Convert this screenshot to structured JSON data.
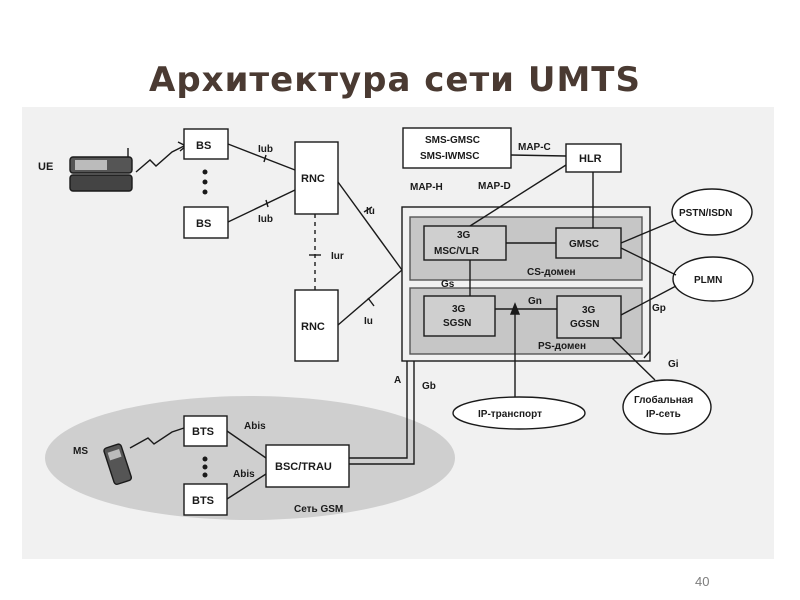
{
  "slide": {
    "title": "Архитектура сети UMTS",
    "page_number": "40"
  },
  "diagram": {
    "nodes": {
      "ue": "UE",
      "bs_top": "BS",
      "bs_bottom": "BS",
      "rnc_top": "RNC",
      "rnc_bottom": "RNC",
      "sms_gmsc_line1": "SMS-GMSC",
      "sms_gmsc_line2": "SMS-IWMSC",
      "hlr": "HLR",
      "msc_vlr_line1": "3G",
      "msc_vlr_line2": "MSC/VLR",
      "gmsc": "GMSC",
      "sgsn_line1": "3G",
      "sgsn_line2": "SGSN",
      "ggsn_line1": "3G",
      "ggsn_line2": "GGSN",
      "pstn": "PSTN/ISDN",
      "plmn": "PLMN",
      "global_ip_line1": "Глобальная",
      "global_ip_line2": "IP-сеть",
      "ip_transport": "IP-транспорт",
      "ms": "MS",
      "bts_top": "BTS",
      "bts_bottom": "BTS",
      "bsc_trau": "BSC/TRAU"
    },
    "domains": {
      "cs": "CS-домен",
      "ps": "PS-домен",
      "gsm": "Сеть GSM"
    },
    "interfaces": {
      "iub_top": "Iub",
      "iub_bottom": "Iub",
      "iur": "Iur",
      "iu_top": "Iu",
      "iu_bottom": "Iu",
      "map_c": "MAP-C",
      "map_h": "MAP-H",
      "map_d": "MAP-D",
      "gs": "Gs",
      "gn": "Gn",
      "gp": "Gp",
      "gi": "Gi",
      "a": "A",
      "gb": "Gb",
      "abis_top": "Abis",
      "abis_bottom": "Abis"
    }
  }
}
